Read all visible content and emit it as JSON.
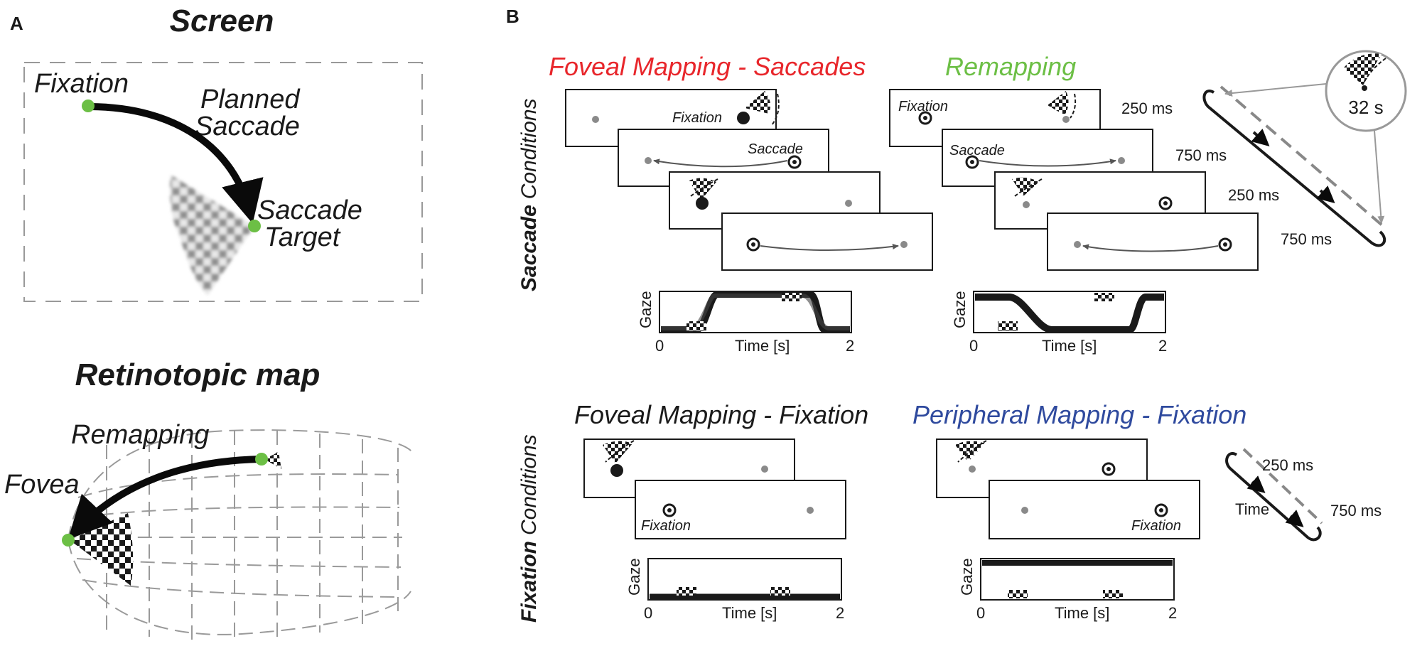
{
  "panel_a": {
    "label": "A",
    "screen": {
      "title": "Screen",
      "fixation_label": "Fixation",
      "planned_saccade_line1": "Planned",
      "planned_saccade_line2": "Saccade",
      "target_line1": "Saccade",
      "target_line2": "Target"
    },
    "retino": {
      "title": "Retinotopic map",
      "remapping_label": "Remapping",
      "fovea_label": "Fovea"
    }
  },
  "panel_b": {
    "label": "B",
    "saccade_conditions": {
      "row_label_italic_bold": "Saccade",
      "row_label_rest": "Conditions",
      "foveal_title": "Foveal Mapping - Saccades",
      "remap_title": "Remapping",
      "frame_fixation": "Fixation",
      "frame_saccade": "Saccade",
      "gaze_label": "Gaze",
      "time_label": "Time [s]",
      "tick_0": "0",
      "tick_2": "2",
      "timing": [
        "250 ms",
        "750 ms",
        "250 ms",
        "750 ms"
      ],
      "cycle_label": "32 s"
    },
    "fixation_conditions": {
      "row_label_italic_bold": "Fixation",
      "row_label_rest": "Conditions",
      "foveal_title": "Foveal Mapping - Fixation",
      "peripheral_title": "Peripheral Mapping - Fixation",
      "frame_fixation": "Fixation",
      "gaze_label": "Gaze",
      "time_label": "Time [s]",
      "tick_0": "0",
      "tick_2": "2",
      "timing": [
        "250 ms",
        "750 ms"
      ],
      "time_arrow_label": "Time"
    }
  },
  "colors": {
    "foveal_saccades": "#e8262b",
    "remapping": "#6cbf45",
    "peripheral": "#2f4a9e",
    "fixation_dot": "#6cbf45"
  }
}
